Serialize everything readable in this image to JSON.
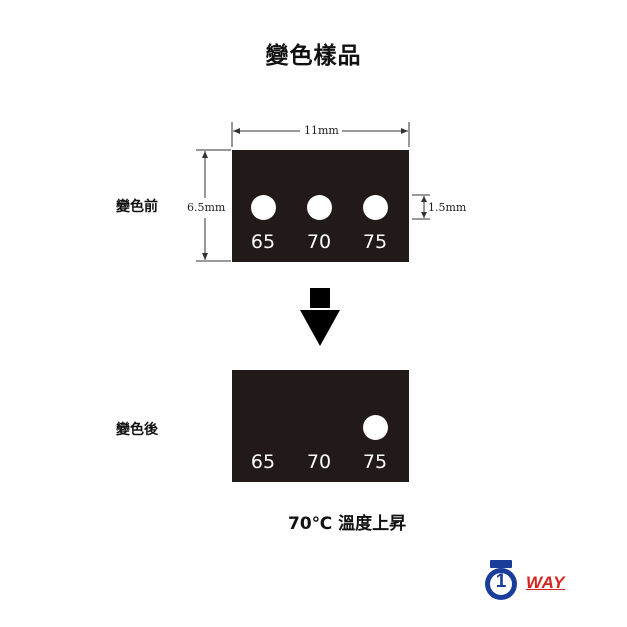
{
  "title": "變色樣品",
  "before": {
    "label": "變色前",
    "width_dim": "11mm",
    "height_dim": "6.5mm",
    "dot_dim": "1.5mm",
    "temps": [
      "65",
      "70",
      "75"
    ]
  },
  "after": {
    "label": "變色後",
    "temps": [
      "65",
      "70",
      "75"
    ]
  },
  "caption": "70℃ 溫度上昇",
  "logo": {
    "digit": "1",
    "text": "WAY"
  },
  "colors": {
    "card": "#221a18",
    "logo_blue": "#1a3d9c",
    "logo_red": "#d4241c"
  },
  "icons": {
    "arrow": "down-arrow-icon"
  }
}
